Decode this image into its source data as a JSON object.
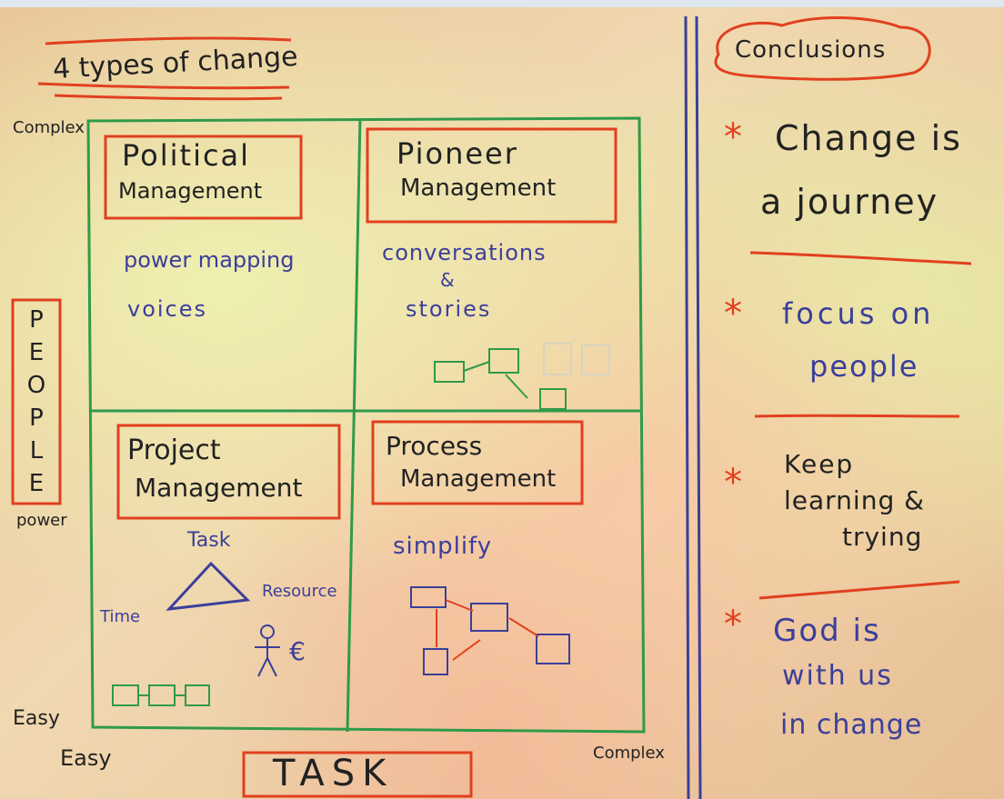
{
  "title": "4 types of change",
  "axes": {
    "people": [
      "P",
      "E",
      "O",
      "P",
      "L",
      "E"
    ],
    "people_sub": "power",
    "task": "TASK",
    "complex_top": "Complex",
    "complex_right": "Complex",
    "easy_left": "Easy",
    "easy_bottom": "Easy"
  },
  "quadrants": {
    "political": {
      "title_line1": "Political",
      "title_line2": "Management",
      "notes": [
        "power mapping",
        "voices"
      ]
    },
    "pioneer": {
      "title_line1": "Pioneer",
      "title_line2": "Management",
      "notes": [
        "conversations",
        "&",
        "stories"
      ]
    },
    "project": {
      "title_line1": "Project",
      "title_line2": "Management",
      "triangle_labels": {
        "top": "Task",
        "left": "Time",
        "right": "Resource"
      },
      "euro": "€"
    },
    "process": {
      "title_line1": "Process",
      "title_line2": "Management",
      "notes": [
        "simplify"
      ]
    }
  },
  "conclusions": {
    "heading": "Conclusions",
    "bullet": "*",
    "items": [
      {
        "line1": "Change is",
        "line2": "a journey"
      },
      {
        "line1": "focus on",
        "line2": "people"
      },
      {
        "line1": "Keep",
        "line2": "learning &",
        "line3": "trying"
      },
      {
        "line1": "God is",
        "line2": "with us",
        "line3": "in change"
      }
    ]
  },
  "colors": {
    "green": "#2f9a4a",
    "red": "#e1401f",
    "blue": "#3b3f9a",
    "ink": "#222222"
  }
}
